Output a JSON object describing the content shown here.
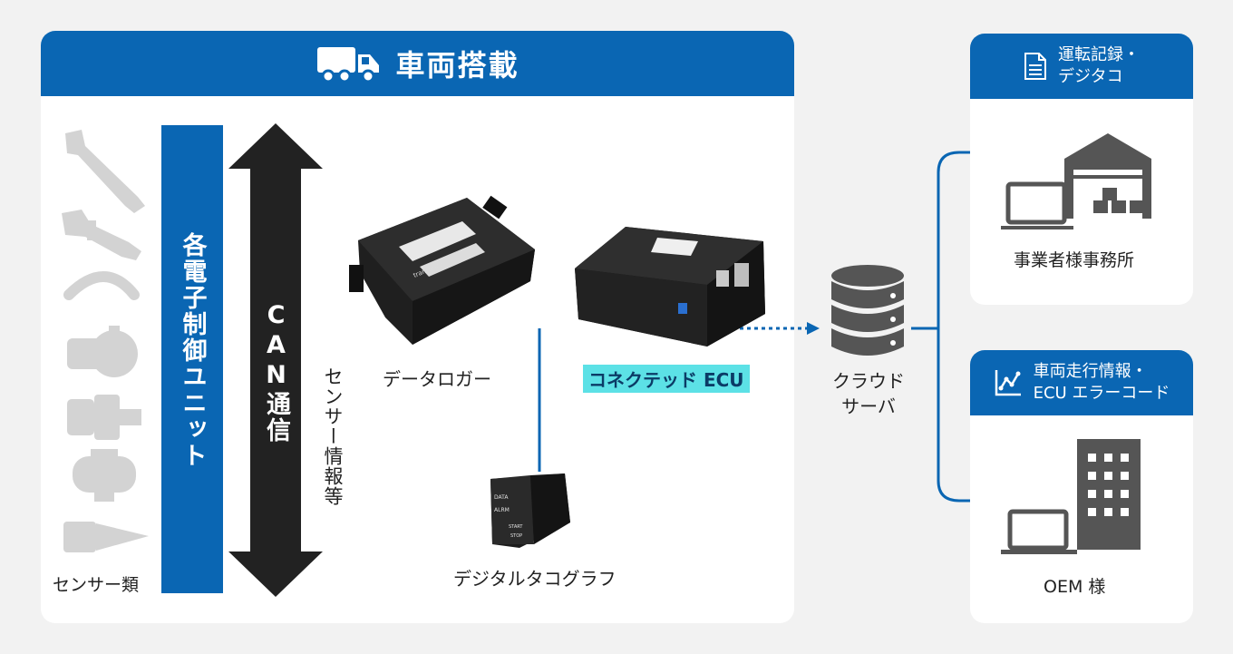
{
  "vehicle": {
    "title": "車両搭載",
    "sensors_label": "センサー類",
    "ecu_unit_label": "各電子制御ユニット",
    "can_label": "CAN通信",
    "sensor_info_label": "センサー情報等",
    "data_logger_label": "データロガー",
    "connected_ecu_label": "コネクテッド ECU",
    "tachograph_label": "デジタルタコグラフ",
    "logger_device_text": "tramsmos"
  },
  "cloud": {
    "label_line1": "クラウド",
    "label_line2": "サーバ"
  },
  "office_panel": {
    "header_line1": "運転記録・",
    "header_line2": "デジタコ",
    "caption": "事業者様事務所"
  },
  "oem_panel": {
    "header_line1": "車両走行情報・",
    "header_line2": "ECU エラーコード",
    "caption": "OEM 様"
  },
  "tacho_device": {
    "line1": "DATA",
    "line2": "ALRM",
    "line3": "START",
    "line4": "STOP"
  },
  "colors": {
    "accent_blue": "#0a66b3",
    "highlight_cyan": "#5ce1e6",
    "dark": "#222222",
    "icon_gray": "#555555",
    "sensor_gray": "#d3d3d3"
  }
}
